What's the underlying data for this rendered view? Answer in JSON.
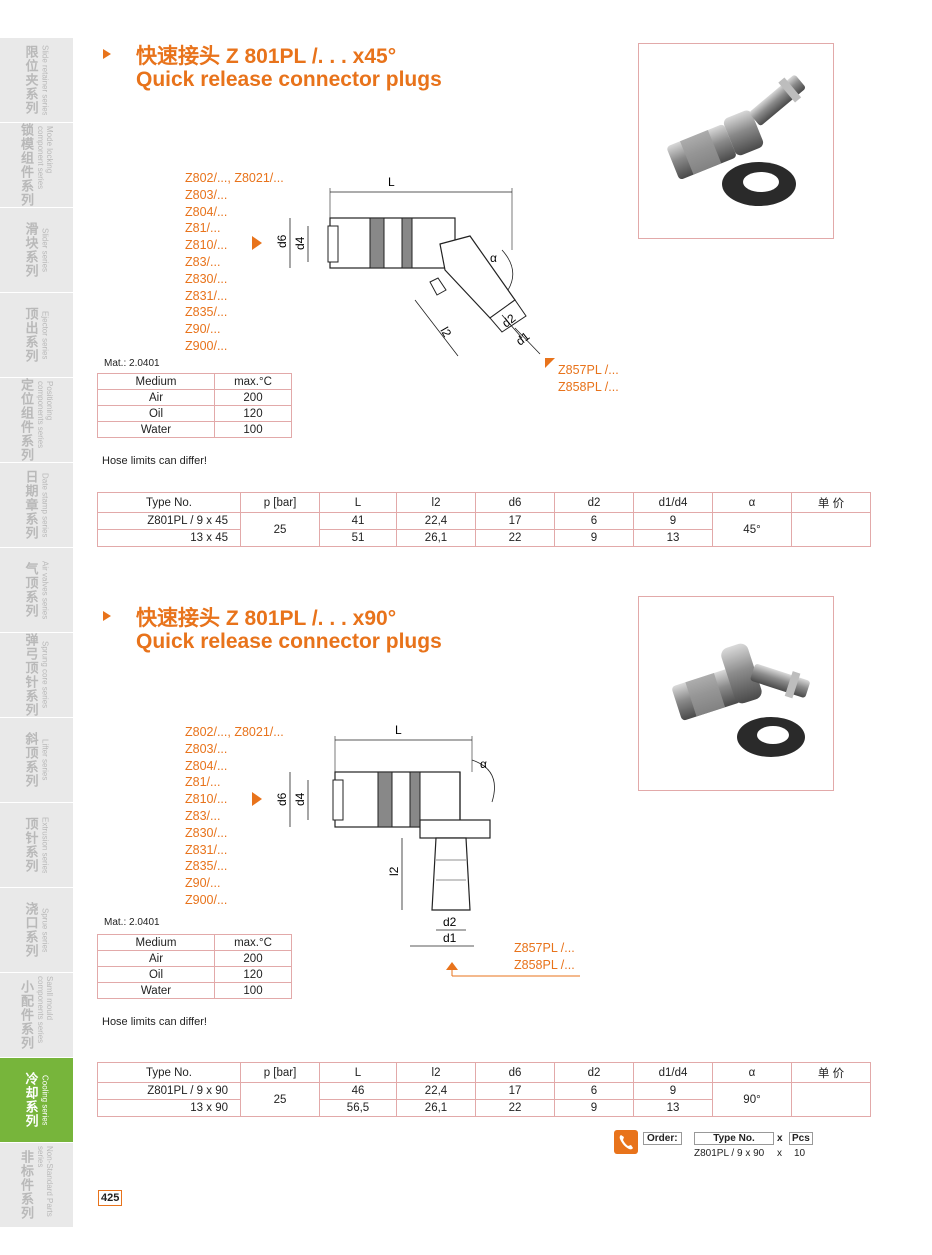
{
  "sidebar": {
    "items": [
      {
        "cn": "限位夹系列",
        "en": "Slide retainer series",
        "active": false
      },
      {
        "cn": "锁模组件系列",
        "en": "Mode locking component series",
        "active": false
      },
      {
        "cn": "滑块系列",
        "en": "Slider series",
        "active": false
      },
      {
        "cn": "顶出系列",
        "en": "Ejector series",
        "active": false
      },
      {
        "cn": "定位组件系列",
        "en": "Positioning components series",
        "active": false
      },
      {
        "cn": "日期章系列",
        "en": "Date stamp series",
        "active": false
      },
      {
        "cn": "气顶系列",
        "en": "Air valves series",
        "active": false
      },
      {
        "cn": "弹弓顶针系列",
        "en": "Sprung core series",
        "active": false
      },
      {
        "cn": "斜顶系列",
        "en": "Lifter series",
        "active": false
      },
      {
        "cn": "顶针系列",
        "en": "Extrusion series",
        "active": false
      },
      {
        "cn": "浇口系列",
        "en": "Sprue series",
        "active": false
      },
      {
        "cn": "小配件系列",
        "en": "Samll mould components series",
        "active": false
      },
      {
        "cn": "冷却系列",
        "en": "Cooling series",
        "active": true
      },
      {
        "cn": "非标件系列",
        "en": "Non-Standard Parts series",
        "active": false
      }
    ]
  },
  "section1": {
    "title_cn": "快速接头 Z 801PL /. . .  x45°",
    "title_en": "Quick release connector plugs",
    "models": [
      "Z802/..., Z8021/...",
      "Z803/...",
      "Z804/...",
      "Z81/...",
      "Z810/...",
      "Z83/...",
      "Z830/...",
      "Z831/...",
      "Z835/...",
      "Z90/...",
      "Z900/..."
    ],
    "variants": [
      "Z857PL /...",
      "Z858PL /..."
    ],
    "mat": "Mat.: 2.0401",
    "medium_table": {
      "headers": [
        "Medium",
        "max.°C"
      ],
      "rows": [
        [
          "Air",
          "200"
        ],
        [
          "Oil",
          "120"
        ],
        [
          "Water",
          "100"
        ]
      ]
    },
    "limits": "Hose limits can differ!",
    "dims": {
      "L": "L",
      "d6": "d6",
      "d4": "d4",
      "alpha": "α",
      "l2": "l2",
      "d2": "d2",
      "d1": "d1"
    },
    "spec": {
      "headers": [
        "Type No.",
        "p [bar]",
        "L",
        "l2",
        "d6",
        "d2",
        "d1/d4",
        "α",
        "单 价"
      ],
      "rows": [
        [
          "Z801PL / 9 x 45",
          "41",
          "22,4",
          "17",
          "6",
          "9"
        ],
        [
          "13 x 45",
          "51",
          "26,1",
          "22",
          "9",
          "13"
        ]
      ],
      "p": "25",
      "alpha": "45°"
    }
  },
  "section2": {
    "title_cn": "快速接头 Z 801PL /. . .  x90°",
    "title_en": "Quick release connector plugs",
    "models": [
      "Z802/..., Z8021/...",
      "Z803/...",
      "Z804/...",
      "Z81/...",
      "Z810/...",
      "Z83/...",
      "Z830/...",
      "Z831/...",
      "Z835/...",
      "Z90/...",
      "Z900/..."
    ],
    "variants": [
      "Z857PL /...",
      "Z858PL /..."
    ],
    "mat": "Mat.: 2.0401",
    "medium_table": {
      "headers": [
        "Medium",
        "max.°C"
      ],
      "rows": [
        [
          "Air",
          "200"
        ],
        [
          "Oil",
          "120"
        ],
        [
          "Water",
          "100"
        ]
      ]
    },
    "limits": "Hose limits can differ!",
    "dims": {
      "L": "L",
      "d6": "d6",
      "d4": "d4",
      "alpha": "α",
      "l2": "l2",
      "d2": "d2",
      "d1": "d1"
    },
    "spec": {
      "headers": [
        "Type No.",
        "p [bar]",
        "L",
        "l2",
        "d6",
        "d2",
        "d1/d4",
        "α",
        "单 价"
      ],
      "rows": [
        [
          "Z801PL / 9 x 90",
          "46",
          "22,4",
          "17",
          "6",
          "9"
        ],
        [
          "13 x 90",
          "56,5",
          "26,1",
          "22",
          "9",
          "13"
        ]
      ],
      "p": "25",
      "alpha": "90°"
    }
  },
  "order": {
    "label": "Order:",
    "type_label": "Type No.",
    "x": "x",
    "pcs_label": "Pcs",
    "example_type": "Z801PL / 9 x 90",
    "example_qty": "10"
  },
  "page_number": "425",
  "colors": {
    "accent": "#e8731b",
    "active_tab": "#77b53b",
    "table_border": "#e2a9a9"
  }
}
